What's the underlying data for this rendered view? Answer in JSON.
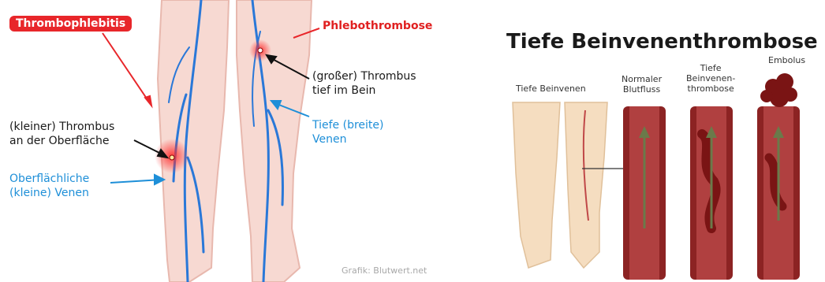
{
  "left_panel": {
    "badge": "Thrombophlebitis",
    "phlebo": "Phlebothrombose",
    "big_thrombus": [
      "(großer) Thrombus",
      "tief im Bein"
    ],
    "deep_veins": [
      "Tiefe (breite)",
      "Venen"
    ],
    "small_thrombus": [
      "(kleiner) Thrombus",
      "an der Oberfläche"
    ],
    "superficial_veins": [
      "Oberflächliche",
      "(kleine) Venen"
    ],
    "credit": "Grafik: Blutwert.net",
    "colors": {
      "vein": "#2a78d8",
      "accent_red": "#e8262a",
      "skin": "#f7d9d2"
    }
  },
  "right_panel": {
    "title": "Tiefe Beinvenenthrombose",
    "labels": {
      "legs": "Tiefe Beinvenen",
      "normal": [
        "Normaler",
        "Blutfluss"
      ],
      "dvt": [
        "Tiefe",
        "Beinvenen-",
        "thrombose"
      ],
      "embolus": "Embolus"
    },
    "colors": {
      "vessel": "#8c2323",
      "blood": "#a8302c",
      "clot": "#7a1414",
      "arrow": "#6a7a4a"
    }
  }
}
